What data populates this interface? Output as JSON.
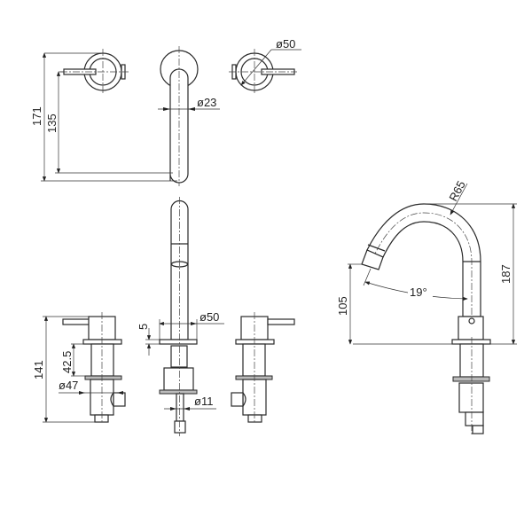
{
  "dimensions": {
    "top_view": {
      "height_total": "171",
      "height_handle": "135",
      "spout_diameter": "ø23",
      "handle_diameter": "ø50"
    },
    "front_view": {
      "height": "141",
      "stem": "42.5",
      "body_diameter": "ø47",
      "flange_thickness": "5",
      "flange_diameter": "ø50",
      "shank_diameter": "ø11"
    },
    "side_view": {
      "radius": "R65",
      "height": "187",
      "outlet_height": "105",
      "angle": "19°"
    }
  }
}
